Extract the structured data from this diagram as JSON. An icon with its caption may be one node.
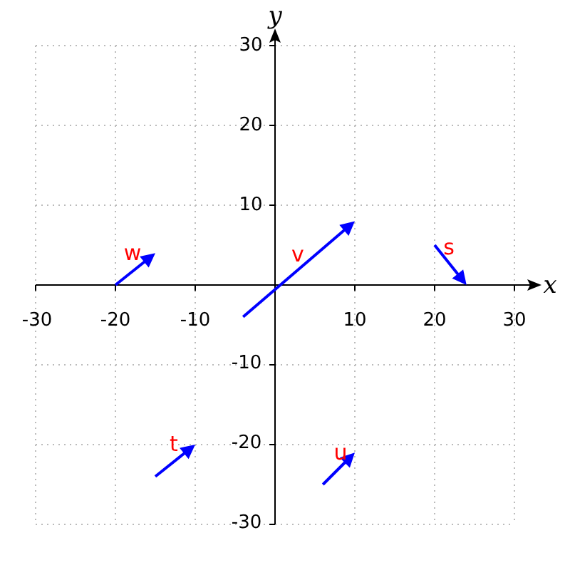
{
  "diagram": {
    "labels": [
      "y",
      "30",
      "20",
      "10",
      "s",
      "w",
      "v",
      "x",
      "-30",
      "-20",
      "-10",
      "10",
      "20",
      "30",
      "-10",
      "t",
      "-20",
      "u",
      "-30"
    ]
  }
}
